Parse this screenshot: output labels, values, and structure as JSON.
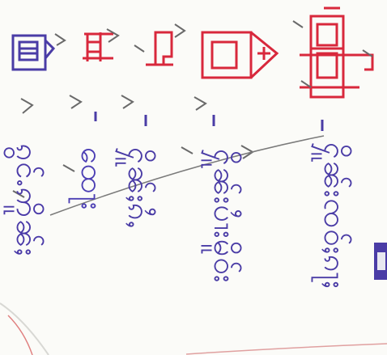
{
  "words": [
    {
      "text": "ၵွင်ႉဢိူၼ်ႈ",
      "ink": "#4a3aa8"
    },
    {
      "text": "ထေႃး",
      "ink": "#4c3fb4"
    },
    {
      "text": "ႁိူၼ်ႈၵႆႇ",
      "ink": "#4a3ca6"
    },
    {
      "text": "ႁိူၼ်းပၢႆးမိူဝ်း",
      "ink": "#4a3ca6"
    },
    {
      "text": "ႁိူၼ်းၸဝ်ႈၵႃႈ",
      "ink": "#4a3ca6"
    }
  ],
  "inks": {
    "blue": "#4a3ca6",
    "red": "#d8283c",
    "pencil": "#6a6a6a"
  },
  "icons": [
    "house-small-icon",
    "ladder-icon",
    "l-shape-icon",
    "house-arrow-icon",
    "tall-house-icon"
  ]
}
